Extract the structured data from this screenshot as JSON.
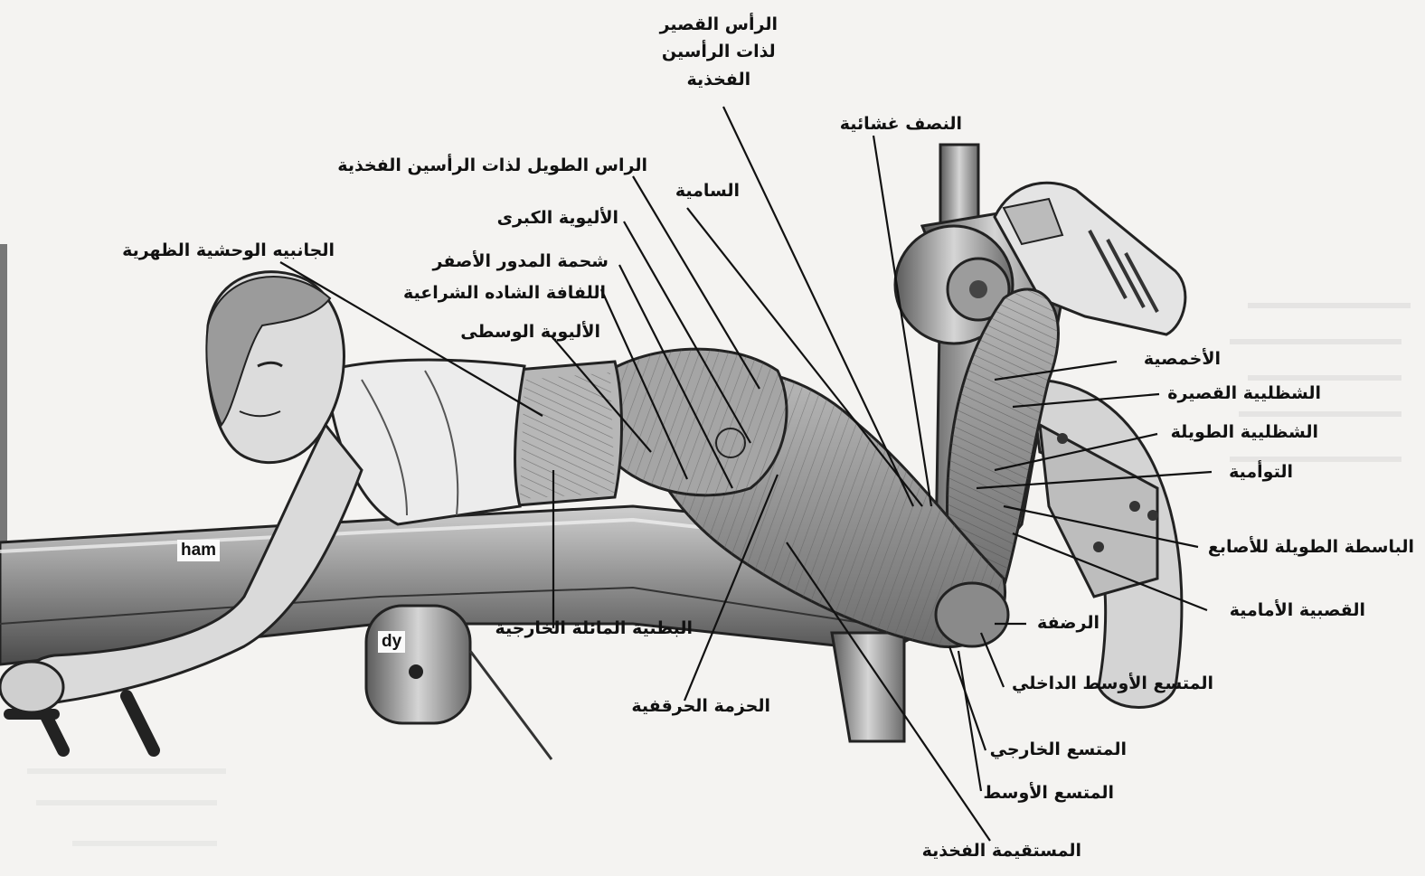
{
  "labels": {
    "short_head_biceps": "الرأس القصير\nلذات الرأسين\nالفخذية",
    "semimembranosus": "النصف غشائية",
    "long_head_biceps": "الراس الطويل لذات الرأسين الفخذية",
    "plantaris": "السامية",
    "gluteus_maximus": "الأليوية الكبرى",
    "latissimus_dorsi": "الجانبيه الوحشية الظهرية",
    "trochanter_fat": "شحمة المدور الأصفر",
    "thoracolumbar_fascia": "اللفافة الشاده الشراعية",
    "gluteus_medius": "الأليوية الوسطى",
    "soleus": "الأخمصية",
    "peroneus_brevis": "الشظليية القصيرة",
    "peroneus_longus": "الشظليية الطويلة",
    "gastrocnemius": "التوأمية",
    "extensor_digitorum_longus": "الباسطة الطويلة للأصابع",
    "tibialis_anterior": "القصبية الأمامية",
    "patella": "الرضفة",
    "external_oblique": "البطنية المائلة الخارجية",
    "vastus_medialis": "المتسع الأوسط الداخلي",
    "iliotibial_band": "الحزمة الحرقفية",
    "vastus_lateralis": "المتسع الخارجي",
    "vastus_intermedius": "المتسع الأوسط",
    "rectus_femoris": "المستقيمة الفخذية"
  },
  "machine_tags": {
    "ham": "ham",
    "dy": "dy"
  }
}
